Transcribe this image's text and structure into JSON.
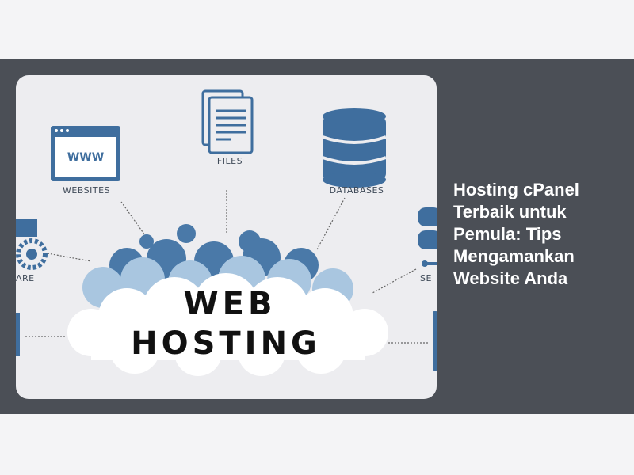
{
  "article": {
    "title": "Hosting cPanel Terbaik untuk Pemula: Tips Mengamankan Website Anda"
  },
  "hero_image": {
    "labels": {
      "websites": "WEBSITES",
      "www": "WWW",
      "files": "FILES",
      "databases": "DATABASES",
      "software_partial": "ARE",
      "servers_partial": "SE",
      "web": "WEB",
      "hosting": "HOSTING"
    },
    "colors": {
      "icon": "#3f6e9e",
      "cloud_dark": "#4a79a8",
      "cloud_light": "#a9c6e0"
    }
  }
}
